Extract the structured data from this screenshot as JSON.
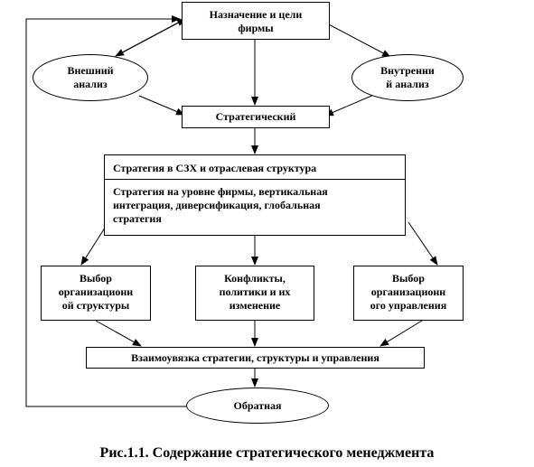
{
  "diagram": {
    "nodes": {
      "mission": {
        "line1": "Назначение и цели",
        "line2": "фирмы"
      },
      "external": {
        "line1": "Внешний",
        "line2": "анализ"
      },
      "internal": {
        "line1": "Внутренни",
        "line2": "й анализ"
      },
      "strategic": {
        "label": "Стратегический"
      },
      "sbu_strategy": {
        "label": "Стратегия в СЗХ и отраслевая структура"
      },
      "firm_strategy": {
        "line1": "Стратегия на уровне фирмы, вертикальная",
        "line2": "интеграция, диверсификация, глобальная",
        "line3": "стратегия"
      },
      "org_structure": {
        "line1": "Выбор",
        "line2": "организационн",
        "line3": "ой структуры"
      },
      "conflicts": {
        "line1": "Конфликты,",
        "line2": "политики и их",
        "line3": "изменение"
      },
      "org_management": {
        "line1": "Выбор",
        "line2": "организационн",
        "line3": "ого управления"
      },
      "linkage": {
        "label": "Взаимоувязка стратегии, структуры и управления"
      },
      "feedback": {
        "label": "Обратная"
      }
    }
  },
  "caption": "Рис.1.1. Содержание стратегического менеджмента"
}
